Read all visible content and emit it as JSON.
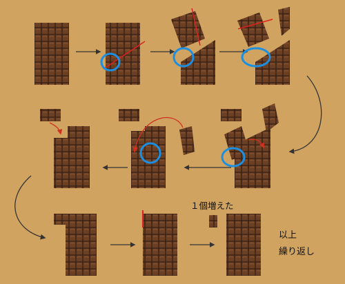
{
  "labels": {
    "increase": "１個増えた",
    "done_line1": "以上",
    "done_line2": "繰り返し"
  },
  "colors": {
    "background": "#d0a361",
    "chocolate_square": "#6b3f24",
    "chocolate_edge": "#3f2415",
    "highlight": "#8b5634",
    "cut_line": "#e02020",
    "circle": "#1d8fe0",
    "arrow": "#333333",
    "curved_arrow": "#d03020"
  },
  "icons": [
    "arrow-right-icon",
    "arrow-left-icon",
    "arrow-down-curve-icon",
    "circle-highlight-icon",
    "cut-line-icon"
  ]
}
